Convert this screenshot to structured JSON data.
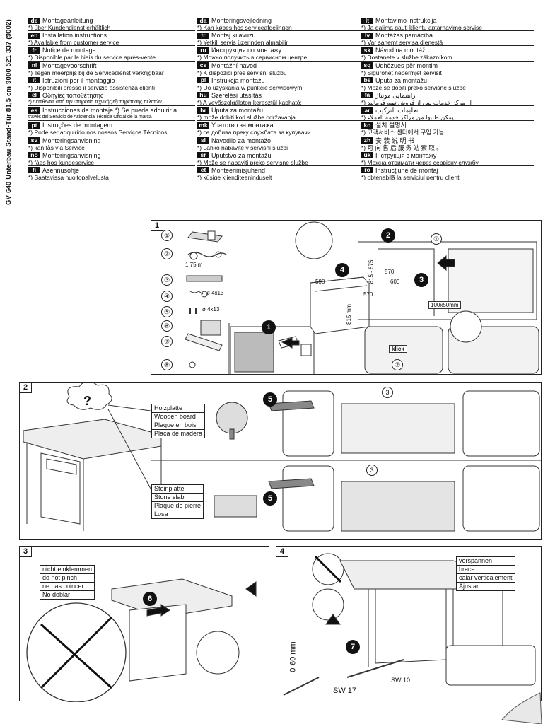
{
  "doc_side_title": "GV 640 Unterbau Stand-Tür 81,5 cm   9000 521 337  (9002)",
  "languages": [
    [
      {
        "code": "de",
        "title": "Montageanleitung",
        "note": "*) über Kundendienst erhältlich"
      },
      {
        "code": "en",
        "title": "Installation instructions",
        "note": "*) Available from customer service"
      },
      {
        "code": "fr",
        "title": "Notice de montage",
        "note": "*) Disponible par le biais du service après-vente"
      },
      {
        "code": "nl",
        "title": "Montagevoorschrift",
        "note": "*) Tegen meerprijs bij de Servicedienst verkrijgbaar"
      },
      {
        "code": "it",
        "title": "Istruzioni per il montaggio",
        "note": "*) Disponibili presso il servizio assistenza clienti"
      },
      {
        "code": "el",
        "title": "Οδηγίες τοποθέτησης",
        "note": "*) Διατίθενται από την υπηρεσία τεχνικής εξυπηρέτησης πελατών"
      },
      {
        "code": "es",
        "title": "Instrucciones de montaje   *) Se puede adquirir a",
        "note": "través del Servicio de Asistencia Técnica Oficial de la marca"
      },
      {
        "code": "pt",
        "title": "Instruções de montagem",
        "note": "*) Pode ser adquirido nos nossos Serviços Técnicos"
      },
      {
        "code": "sv",
        "title": "Monteringsanvisning",
        "note": "*) kan fås via Service"
      },
      {
        "code": "no",
        "title": "Monteringsanvisning",
        "note": "*) fåes hos kundeservice"
      },
      {
        "code": "fi",
        "title": "Asennusohje",
        "note": "*) Saatavissa huoltopalvelusta"
      }
    ],
    [
      {
        "code": "da",
        "title": "Monteringsvejledning",
        "note": "*) Kan købes hos serviceafdelingen"
      },
      {
        "code": "tr",
        "title": "Montaj kılavuzu",
        "note": "*) Yetkili servis üzerinden alınabilir"
      },
      {
        "code": "ru",
        "title": "Инструкция по монтажу",
        "note": "*) Можно получить в сервисном центре"
      },
      {
        "code": "cs",
        "title": "Montážní návod",
        "note": "*) K dispozici přes servisní službu"
      },
      {
        "code": "pl",
        "title": "Instrukcja montażu",
        "note": "*) Do uzyskania w punkcie serwisowym"
      },
      {
        "code": "hu",
        "title": "Szerelési utasítás",
        "note": "*) A vevőszolgálaton keresztül kapható:"
      },
      {
        "code": "hr",
        "title": "Uputa za montažu",
        "note": "*) može dobiti kod službe održavanja"
      },
      {
        "code": "mk",
        "title": "Упатство за монтажа",
        "note": "*) се добива преку службата за купувачи"
      },
      {
        "code": "sl",
        "title": "Navodilo za montažo",
        "note": "*) Lahko nabavite v servisni službi"
      },
      {
        "code": "sr",
        "title": "Uputstvo za montažu",
        "note": "*) Može se nabaviti preko servisne službe"
      },
      {
        "code": "et",
        "title": "Monteerimisjuhend",
        "note": "*) küsige klienditeeninduselt"
      }
    ],
    [
      {
        "code": "lt",
        "title": "Montavimo instrukcija",
        "note": "*) Ja galima gauti klientų aptarnavimo servise"
      },
      {
        "code": "lv",
        "title": "Montāžas pamācība",
        "note": "*) Var saņemt servisa dienestā"
      },
      {
        "code": "sk",
        "title": "Návod na montáž",
        "note": "*) Dostanete v službe zákazníkom"
      },
      {
        "code": "sq",
        "title": "Udhëzues për montim",
        "note": "*) Sigurohet nëpërmjet servisit"
      },
      {
        "code": "bs",
        "title": "Uputa za montažu",
        "note": "*) Može se dobiti preko servisne službe"
      },
      {
        "code": "fa",
        "title": "راهنمایی مونتاژ",
        "note": "*) از مرکز خدمات پس از فروش تهیه فرمائید"
      },
      {
        "code": "ar",
        "title": "تعليمات التركيب",
        "note": "*) يمكن طلبها من مراكز خدمة العملاء"
      },
      {
        "code": "ko",
        "title": "설치 설명서",
        "note": "*) 고객서비스 센터에서 구입 가능"
      },
      {
        "code": "zh",
        "title": "安 装 说 明 书",
        "note": "*) 可 向 售 后 服 务 站 索 取 。"
      },
      {
        "code": "uk",
        "title": "Інструкція з монтажу",
        "note": "*) Можна отримати через сервісну службу"
      },
      {
        "code": "ro",
        "title": "Instrucţiune de montaj",
        "note": "*) obtenabilă la serviciul pentru clienţi"
      }
    ]
  ],
  "step1": {
    "num": "1",
    "parts": [
      "①",
      "②",
      "③",
      "④",
      "⑤",
      "⑥",
      "⑦",
      "⑧"
    ],
    "cable_len": "1,75 m",
    "screw_a": "ø 4x13",
    "screw_b": "ø 4x13",
    "dims": {
      "w1": "598",
      "w2": "570",
      "h": "815 mm",
      "h2": "815 - 875",
      "d1": "570",
      "d2": "600",
      "vent": "100x50mm"
    },
    "klick": "klick",
    "badges": [
      "1",
      "2",
      "3",
      "4"
    ]
  },
  "step2": {
    "num": "2",
    "q": "?",
    "wood": [
      "Holzplatte",
      "Wooden board",
      "Plaque en bois",
      "Placa de madera"
    ],
    "stone": [
      "Steinplatte",
      "Stone slab",
      "Plaque de pierre",
      "Losa"
    ],
    "badges": [
      "5",
      "5"
    ],
    "obadges": [
      "3",
      "3"
    ]
  },
  "step3": {
    "num": "3",
    "warn": [
      "nicht einklemmen",
      "do not pinch",
      "ne pas coincer",
      "No doblar"
    ],
    "badge": "6"
  },
  "step4": {
    "num": "4",
    "brace": [
      "verspannen",
      "brace",
      "calar verticalement",
      "Ajustar"
    ],
    "range": "0-60 mm",
    "sw17": "SW 17",
    "sw10": "SW 10",
    "badge": "7"
  }
}
